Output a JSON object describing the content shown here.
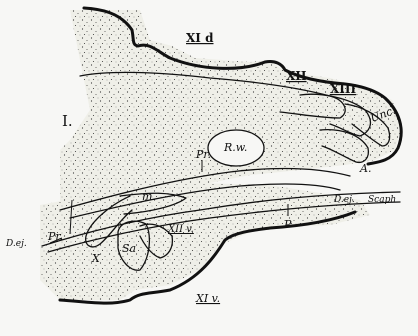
{
  "labels": {
    "xi_d": "XI d",
    "xii": "XII",
    "xiii": "XIII",
    "unc": "Unc.",
    "i": "I.",
    "rw": "R.w.",
    "pr_upper": "Pr.",
    "a": "A.",
    "d_ej_left": "D.ej.",
    "pr_left": "Pr.",
    "m": "m.",
    "d_ej_right": "D.ej.",
    "scaph": "Scaph",
    "p": "P",
    "x": "X",
    "sa": "Sa",
    "xii_v": "XII v.",
    "xi_v": "XI v."
  },
  "colors": {
    "ink": "#111111",
    "paper": "#f7f7f5"
  }
}
